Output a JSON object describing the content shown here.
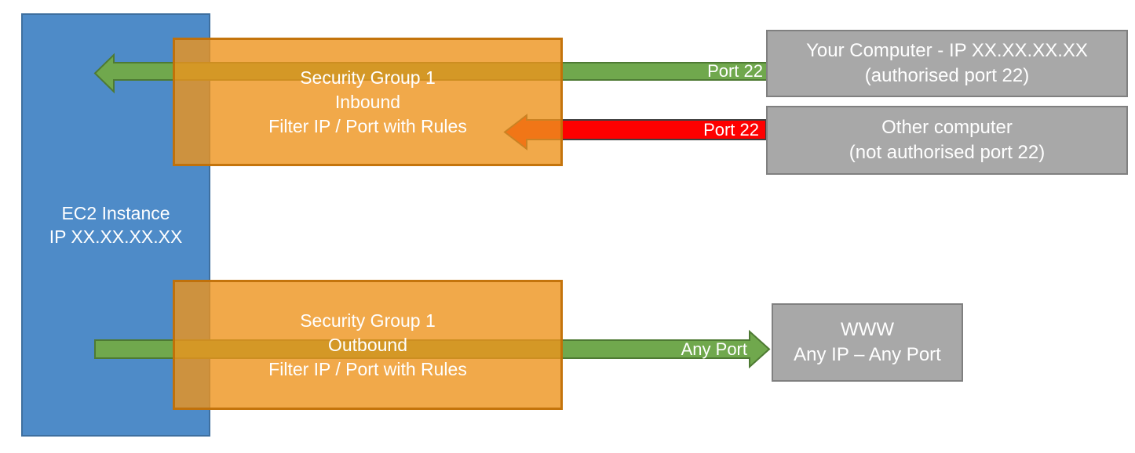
{
  "colors": {
    "ec2_blue": "#4E8BC8",
    "ec2_blue_border": "#3E6F9F",
    "sg_orange": "rgba(237,148,29,0.8)",
    "sg_orange_border": "rgba(191,110,5,0.9)",
    "allowed_green": "#70A84D",
    "allowed_green_border": "#4E7A33",
    "denied_red": "#FE0000",
    "denied_red_border": "#3F3F3F",
    "endpoint_gray": "#A8A8A8",
    "endpoint_gray_border": "#808080",
    "label_white": "#FFFFFF"
  },
  "ec2": {
    "line1": "EC2 Instance",
    "line2": "IP XX.XX.XX.XX"
  },
  "sg_inbound": {
    "line1": "Security Group 1",
    "line2": "Inbound",
    "line3": "Filter IP / Port with Rules"
  },
  "sg_outbound": {
    "line1": "Security Group 1",
    "line2": "Outbound",
    "line3": "Filter IP / Port with Rules"
  },
  "your_computer": {
    "line1": "Your Computer - IP XX.XX.XX.XX",
    "line2": "(authorised port 22)"
  },
  "other_computer": {
    "line1": "Other computer",
    "line2": "(not authorised port 22)"
  },
  "www": {
    "line1": "WWW",
    "line2": "Any IP – Any Port"
  },
  "arrows": {
    "inbound_allowed_label": "Port 22",
    "inbound_denied_label": "Port 22",
    "outbound_label": "Any Port"
  }
}
